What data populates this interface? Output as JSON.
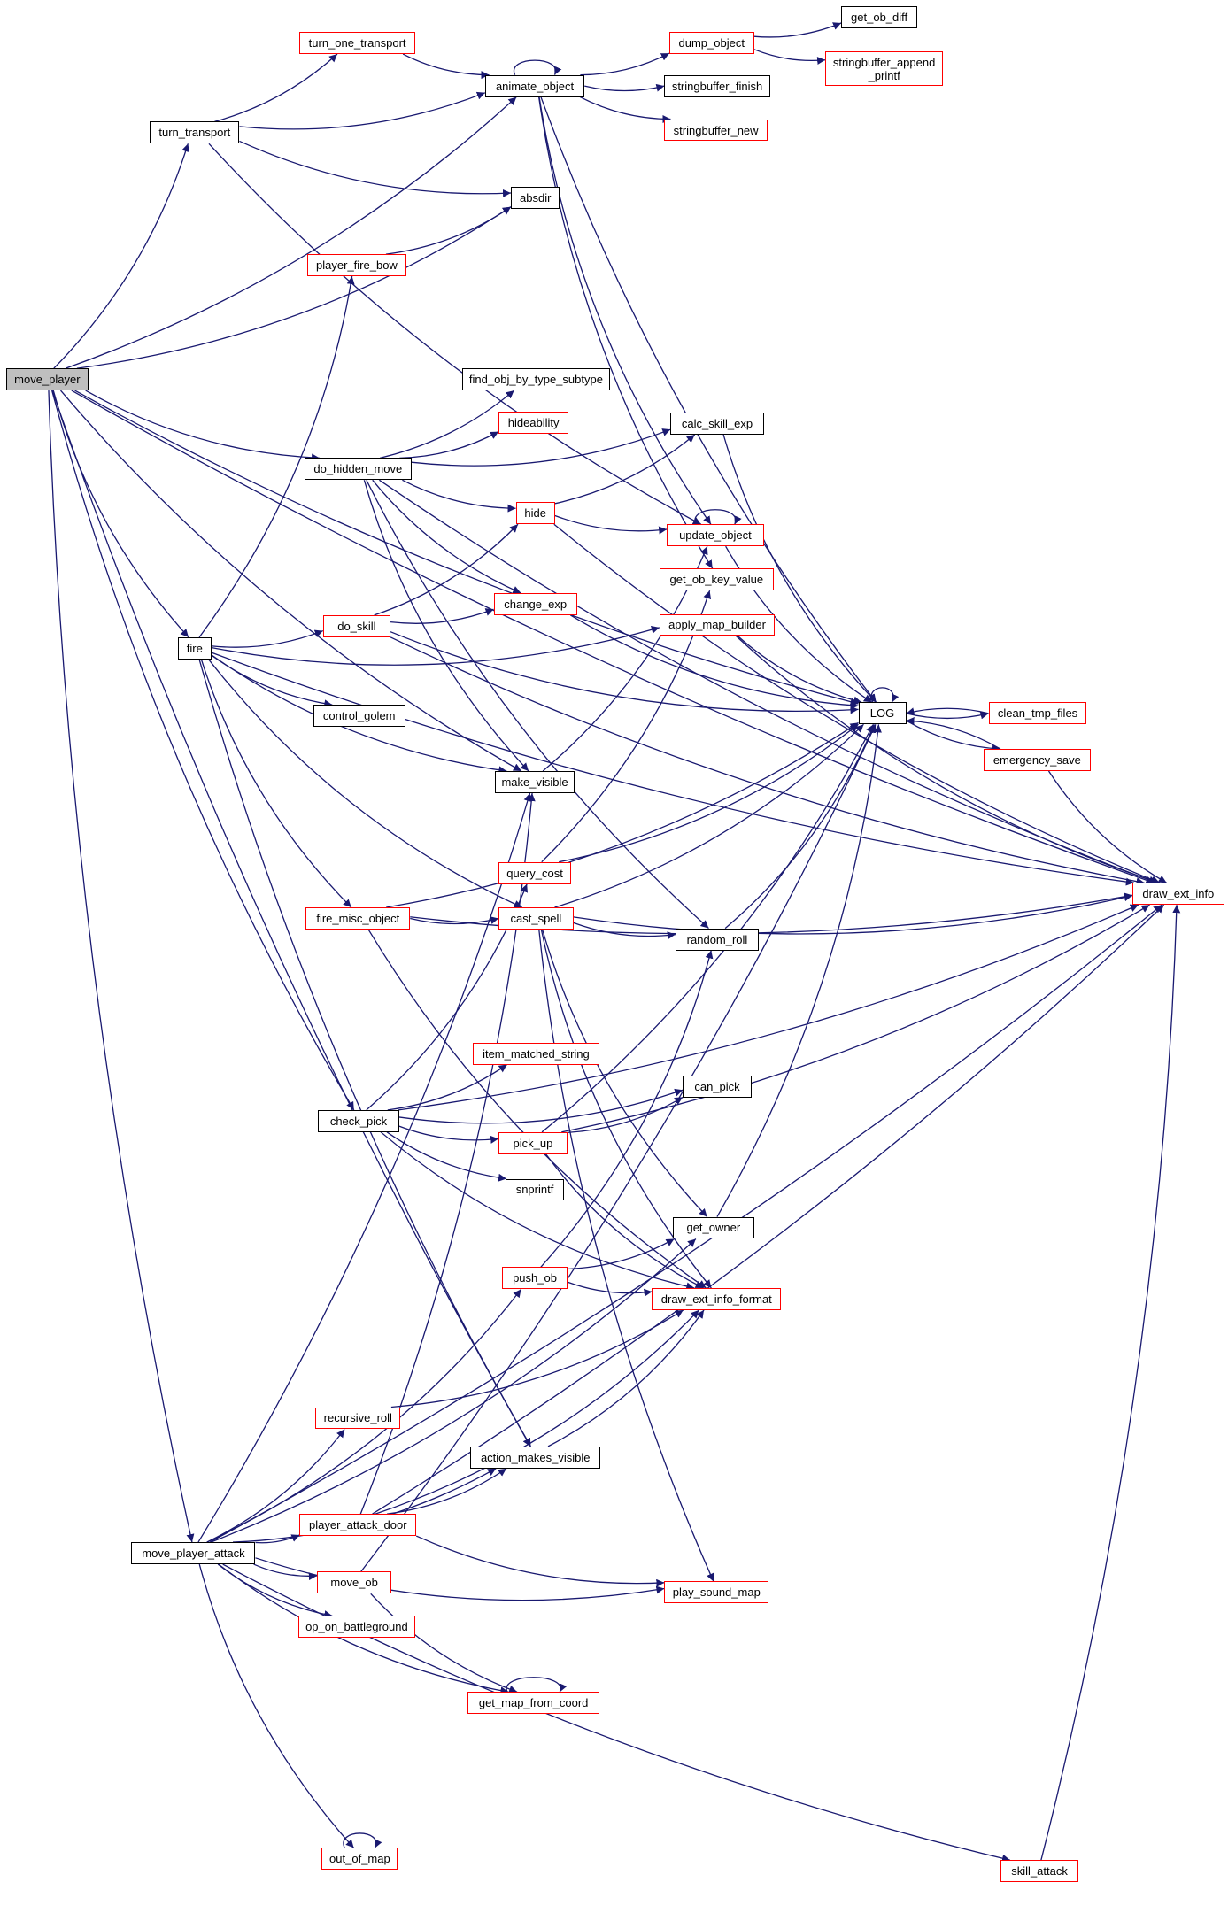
{
  "graph": {
    "root": "move_player",
    "edge_color": "#191970",
    "linked_border_color": "#ff0000",
    "plain_border_color": "#000000",
    "root_fill": "#bfbfbf",
    "nodes": [
      {
        "id": "move_player",
        "label": "move_player",
        "style": "root"
      },
      {
        "id": "turn_one_transport",
        "label": "turn_one_transport",
        "style": "red"
      },
      {
        "id": "animate_object",
        "label": "animate_object",
        "style": "black"
      },
      {
        "id": "turn_transport",
        "label": "turn_transport",
        "style": "black"
      },
      {
        "id": "dump_object",
        "label": "dump_object",
        "style": "red"
      },
      {
        "id": "get_ob_diff",
        "label": "get_ob_diff",
        "style": "black"
      },
      {
        "id": "stringbuffer_append_printf",
        "label": "stringbuffer_append\n_printf",
        "style": "red"
      },
      {
        "id": "stringbuffer_finish",
        "label": "stringbuffer_finish",
        "style": "black"
      },
      {
        "id": "stringbuffer_new",
        "label": "stringbuffer_new",
        "style": "red"
      },
      {
        "id": "absdir",
        "label": "absdir",
        "style": "black"
      },
      {
        "id": "player_fire_bow",
        "label": "player_fire_bow",
        "style": "red"
      },
      {
        "id": "find_obj_by_type_subtype",
        "label": "find_obj_by_type_subtype",
        "style": "black"
      },
      {
        "id": "hideability",
        "label": "hideability",
        "style": "red"
      },
      {
        "id": "calc_skill_exp",
        "label": "calc_skill_exp",
        "style": "black"
      },
      {
        "id": "do_hidden_move",
        "label": "do_hidden_move",
        "style": "black"
      },
      {
        "id": "hide",
        "label": "hide",
        "style": "red"
      },
      {
        "id": "update_object",
        "label": "update_object",
        "style": "red"
      },
      {
        "id": "get_ob_key_value",
        "label": "get_ob_key_value",
        "style": "red"
      },
      {
        "id": "change_exp",
        "label": "change_exp",
        "style": "red"
      },
      {
        "id": "apply_map_builder",
        "label": "apply_map_builder",
        "style": "red"
      },
      {
        "id": "do_skill",
        "label": "do_skill",
        "style": "red"
      },
      {
        "id": "fire",
        "label": "fire",
        "style": "black"
      },
      {
        "id": "LOG",
        "label": "LOG",
        "style": "black"
      },
      {
        "id": "clean_tmp_files",
        "label": "clean_tmp_files",
        "style": "red"
      },
      {
        "id": "control_golem",
        "label": "control_golem",
        "style": "black"
      },
      {
        "id": "emergency_save",
        "label": "emergency_save",
        "style": "red"
      },
      {
        "id": "make_visible",
        "label": "make_visible",
        "style": "black"
      },
      {
        "id": "query_cost",
        "label": "query_cost",
        "style": "red"
      },
      {
        "id": "draw_ext_info",
        "label": "draw_ext_info",
        "style": "red"
      },
      {
        "id": "fire_misc_object",
        "label": "fire_misc_object",
        "style": "red"
      },
      {
        "id": "cast_spell",
        "label": "cast_spell",
        "style": "red"
      },
      {
        "id": "random_roll",
        "label": "random_roll",
        "style": "black"
      },
      {
        "id": "item_matched_string",
        "label": "item_matched_string",
        "style": "red"
      },
      {
        "id": "can_pick",
        "label": "can_pick",
        "style": "black"
      },
      {
        "id": "check_pick",
        "label": "check_pick",
        "style": "black"
      },
      {
        "id": "pick_up",
        "label": "pick_up",
        "style": "red"
      },
      {
        "id": "snprintf",
        "label": "snprintf",
        "style": "black"
      },
      {
        "id": "get_owner",
        "label": "get_owner",
        "style": "black"
      },
      {
        "id": "push_ob",
        "label": "push_ob",
        "style": "red"
      },
      {
        "id": "draw_ext_info_format",
        "label": "draw_ext_info_format",
        "style": "red"
      },
      {
        "id": "recursive_roll",
        "label": "recursive_roll",
        "style": "red"
      },
      {
        "id": "action_makes_visible",
        "label": "action_makes_visible",
        "style": "black"
      },
      {
        "id": "player_attack_door",
        "label": "player_attack_door",
        "style": "red"
      },
      {
        "id": "move_player_attack",
        "label": "move_player_attack",
        "style": "black"
      },
      {
        "id": "move_ob",
        "label": "move_ob",
        "style": "red"
      },
      {
        "id": "play_sound_map",
        "label": "play_sound_map",
        "style": "red"
      },
      {
        "id": "op_on_battleground",
        "label": "op_on_battleground",
        "style": "red"
      },
      {
        "id": "get_map_from_coord",
        "label": "get_map_from_coord",
        "style": "red"
      },
      {
        "id": "out_of_map",
        "label": "out_of_map",
        "style": "red"
      },
      {
        "id": "skill_attack",
        "label": "skill_attack",
        "style": "red"
      }
    ],
    "edges": [
      [
        "move_player",
        "animate_object"
      ],
      [
        "move_player",
        "turn_transport"
      ],
      [
        "move_player",
        "absdir"
      ],
      [
        "move_player",
        "do_hidden_move"
      ],
      [
        "move_player",
        "fire"
      ],
      [
        "move_player",
        "LOG"
      ],
      [
        "move_player",
        "draw_ext_info"
      ],
      [
        "move_player",
        "check_pick"
      ],
      [
        "move_player",
        "make_visible"
      ],
      [
        "move_player",
        "action_makes_visible"
      ],
      [
        "move_player",
        "move_player_attack"
      ],
      [
        "turn_transport",
        "turn_one_transport"
      ],
      [
        "turn_transport",
        "animate_object"
      ],
      [
        "turn_transport",
        "absdir"
      ],
      [
        "turn_transport",
        "update_object"
      ],
      [
        "turn_one_transport",
        "animate_object"
      ],
      [
        "animate_object",
        "animate_object"
      ],
      [
        "animate_object",
        "dump_object"
      ],
      [
        "animate_object",
        "stringbuffer_finish"
      ],
      [
        "animate_object",
        "stringbuffer_new"
      ],
      [
        "animate_object",
        "LOG"
      ],
      [
        "animate_object",
        "get_ob_key_value"
      ],
      [
        "animate_object",
        "update_object"
      ],
      [
        "dump_object",
        "get_ob_diff"
      ],
      [
        "dump_object",
        "stringbuffer_append_printf"
      ],
      [
        "player_fire_bow",
        "absdir"
      ],
      [
        "do_hidden_move",
        "find_obj_by_type_subtype"
      ],
      [
        "do_hidden_move",
        "hideability"
      ],
      [
        "do_hidden_move",
        "calc_skill_exp"
      ],
      [
        "do_hidden_move",
        "hide"
      ],
      [
        "do_hidden_move",
        "change_exp"
      ],
      [
        "do_hidden_move",
        "make_visible"
      ],
      [
        "do_hidden_move",
        "random_roll"
      ],
      [
        "do_hidden_move",
        "draw_ext_info"
      ],
      [
        "hide",
        "calc_skill_exp"
      ],
      [
        "hide",
        "update_object"
      ],
      [
        "hide",
        "draw_ext_info"
      ],
      [
        "calc_skill_exp",
        "LOG"
      ],
      [
        "update_object",
        "update_object"
      ],
      [
        "update_object",
        "LOG"
      ],
      [
        "change_exp",
        "LOG"
      ],
      [
        "apply_map_builder",
        "LOG"
      ],
      [
        "apply_map_builder",
        "draw_ext_info"
      ],
      [
        "fire",
        "player_fire_bow"
      ],
      [
        "fire",
        "do_skill"
      ],
      [
        "fire",
        "apply_map_builder"
      ],
      [
        "fire",
        "control_golem"
      ],
      [
        "fire",
        "make_visible"
      ],
      [
        "fire",
        "fire_misc_object"
      ],
      [
        "fire",
        "cast_spell"
      ],
      [
        "fire",
        "action_makes_visible"
      ],
      [
        "fire",
        "draw_ext_info"
      ],
      [
        "do_skill",
        "hide"
      ],
      [
        "do_skill",
        "change_exp"
      ],
      [
        "do_skill",
        "LOG"
      ],
      [
        "do_skill",
        "draw_ext_info"
      ],
      [
        "LOG",
        "LOG"
      ],
      [
        "LOG",
        "clean_tmp_files"
      ],
      [
        "LOG",
        "emergency_save"
      ],
      [
        "clean_tmp_files",
        "LOG"
      ],
      [
        "emergency_save",
        "LOG"
      ],
      [
        "emergency_save",
        "draw_ext_info"
      ],
      [
        "make_visible",
        "update_object"
      ],
      [
        "query_cost",
        "get_ob_key_value"
      ],
      [
        "query_cost",
        "LOG"
      ],
      [
        "fire_misc_object",
        "LOG"
      ],
      [
        "fire_misc_object",
        "cast_spell"
      ],
      [
        "fire_misc_object",
        "draw_ext_info"
      ],
      [
        "fire_misc_object",
        "draw_ext_info_format"
      ],
      [
        "cast_spell",
        "random_roll"
      ],
      [
        "cast_spell",
        "LOG"
      ],
      [
        "cast_spell",
        "draw_ext_info"
      ],
      [
        "cast_spell",
        "get_owner"
      ],
      [
        "cast_spell",
        "draw_ext_info_format"
      ],
      [
        "cast_spell",
        "play_sound_map"
      ],
      [
        "random_roll",
        "LOG"
      ],
      [
        "check_pick",
        "query_cost"
      ],
      [
        "check_pick",
        "item_matched_string"
      ],
      [
        "check_pick",
        "can_pick"
      ],
      [
        "check_pick",
        "pick_up"
      ],
      [
        "check_pick",
        "snprintf"
      ],
      [
        "check_pick",
        "draw_ext_info_format"
      ],
      [
        "check_pick",
        "draw_ext_info"
      ],
      [
        "pick_up",
        "can_pick"
      ],
      [
        "pick_up",
        "LOG"
      ],
      [
        "pick_up",
        "draw_ext_info"
      ],
      [
        "pick_up",
        "draw_ext_info_format"
      ],
      [
        "get_owner",
        "LOG"
      ],
      [
        "push_ob",
        "random_roll"
      ],
      [
        "push_ob",
        "get_owner"
      ],
      [
        "push_ob",
        "draw_ext_info_format"
      ],
      [
        "recursive_roll",
        "draw_ext_info_format"
      ],
      [
        "action_makes_visible",
        "draw_ext_info_format"
      ],
      [
        "player_attack_door",
        "make_visible"
      ],
      [
        "player_attack_door",
        "action_makes_visible"
      ],
      [
        "player_attack_door",
        "draw_ext_info_format"
      ],
      [
        "player_attack_door",
        "draw_ext_info"
      ],
      [
        "player_attack_door",
        "play_sound_map"
      ],
      [
        "move_player_attack",
        "get_owner"
      ],
      [
        "move_player_attack",
        "push_ob"
      ],
      [
        "move_player_attack",
        "recursive_roll"
      ],
      [
        "move_player_attack",
        "action_makes_visible"
      ],
      [
        "move_player_attack",
        "player_attack_door"
      ],
      [
        "move_player_attack",
        "move_ob"
      ],
      [
        "move_player_attack",
        "op_on_battleground"
      ],
      [
        "move_player_attack",
        "get_map_from_coord"
      ],
      [
        "move_player_attack",
        "play_sound_map"
      ],
      [
        "move_player_attack",
        "draw_ext_info"
      ],
      [
        "move_player_attack",
        "out_of_map"
      ],
      [
        "move_player_attack",
        "skill_attack"
      ],
      [
        "move_player_attack",
        "make_visible"
      ],
      [
        "move_ob",
        "get_map_from_coord"
      ],
      [
        "move_ob",
        "LOG"
      ],
      [
        "get_map_from_coord",
        "get_map_from_coord"
      ],
      [
        "out_of_map",
        "out_of_map"
      ],
      [
        "skill_attack",
        "draw_ext_info"
      ]
    ]
  }
}
